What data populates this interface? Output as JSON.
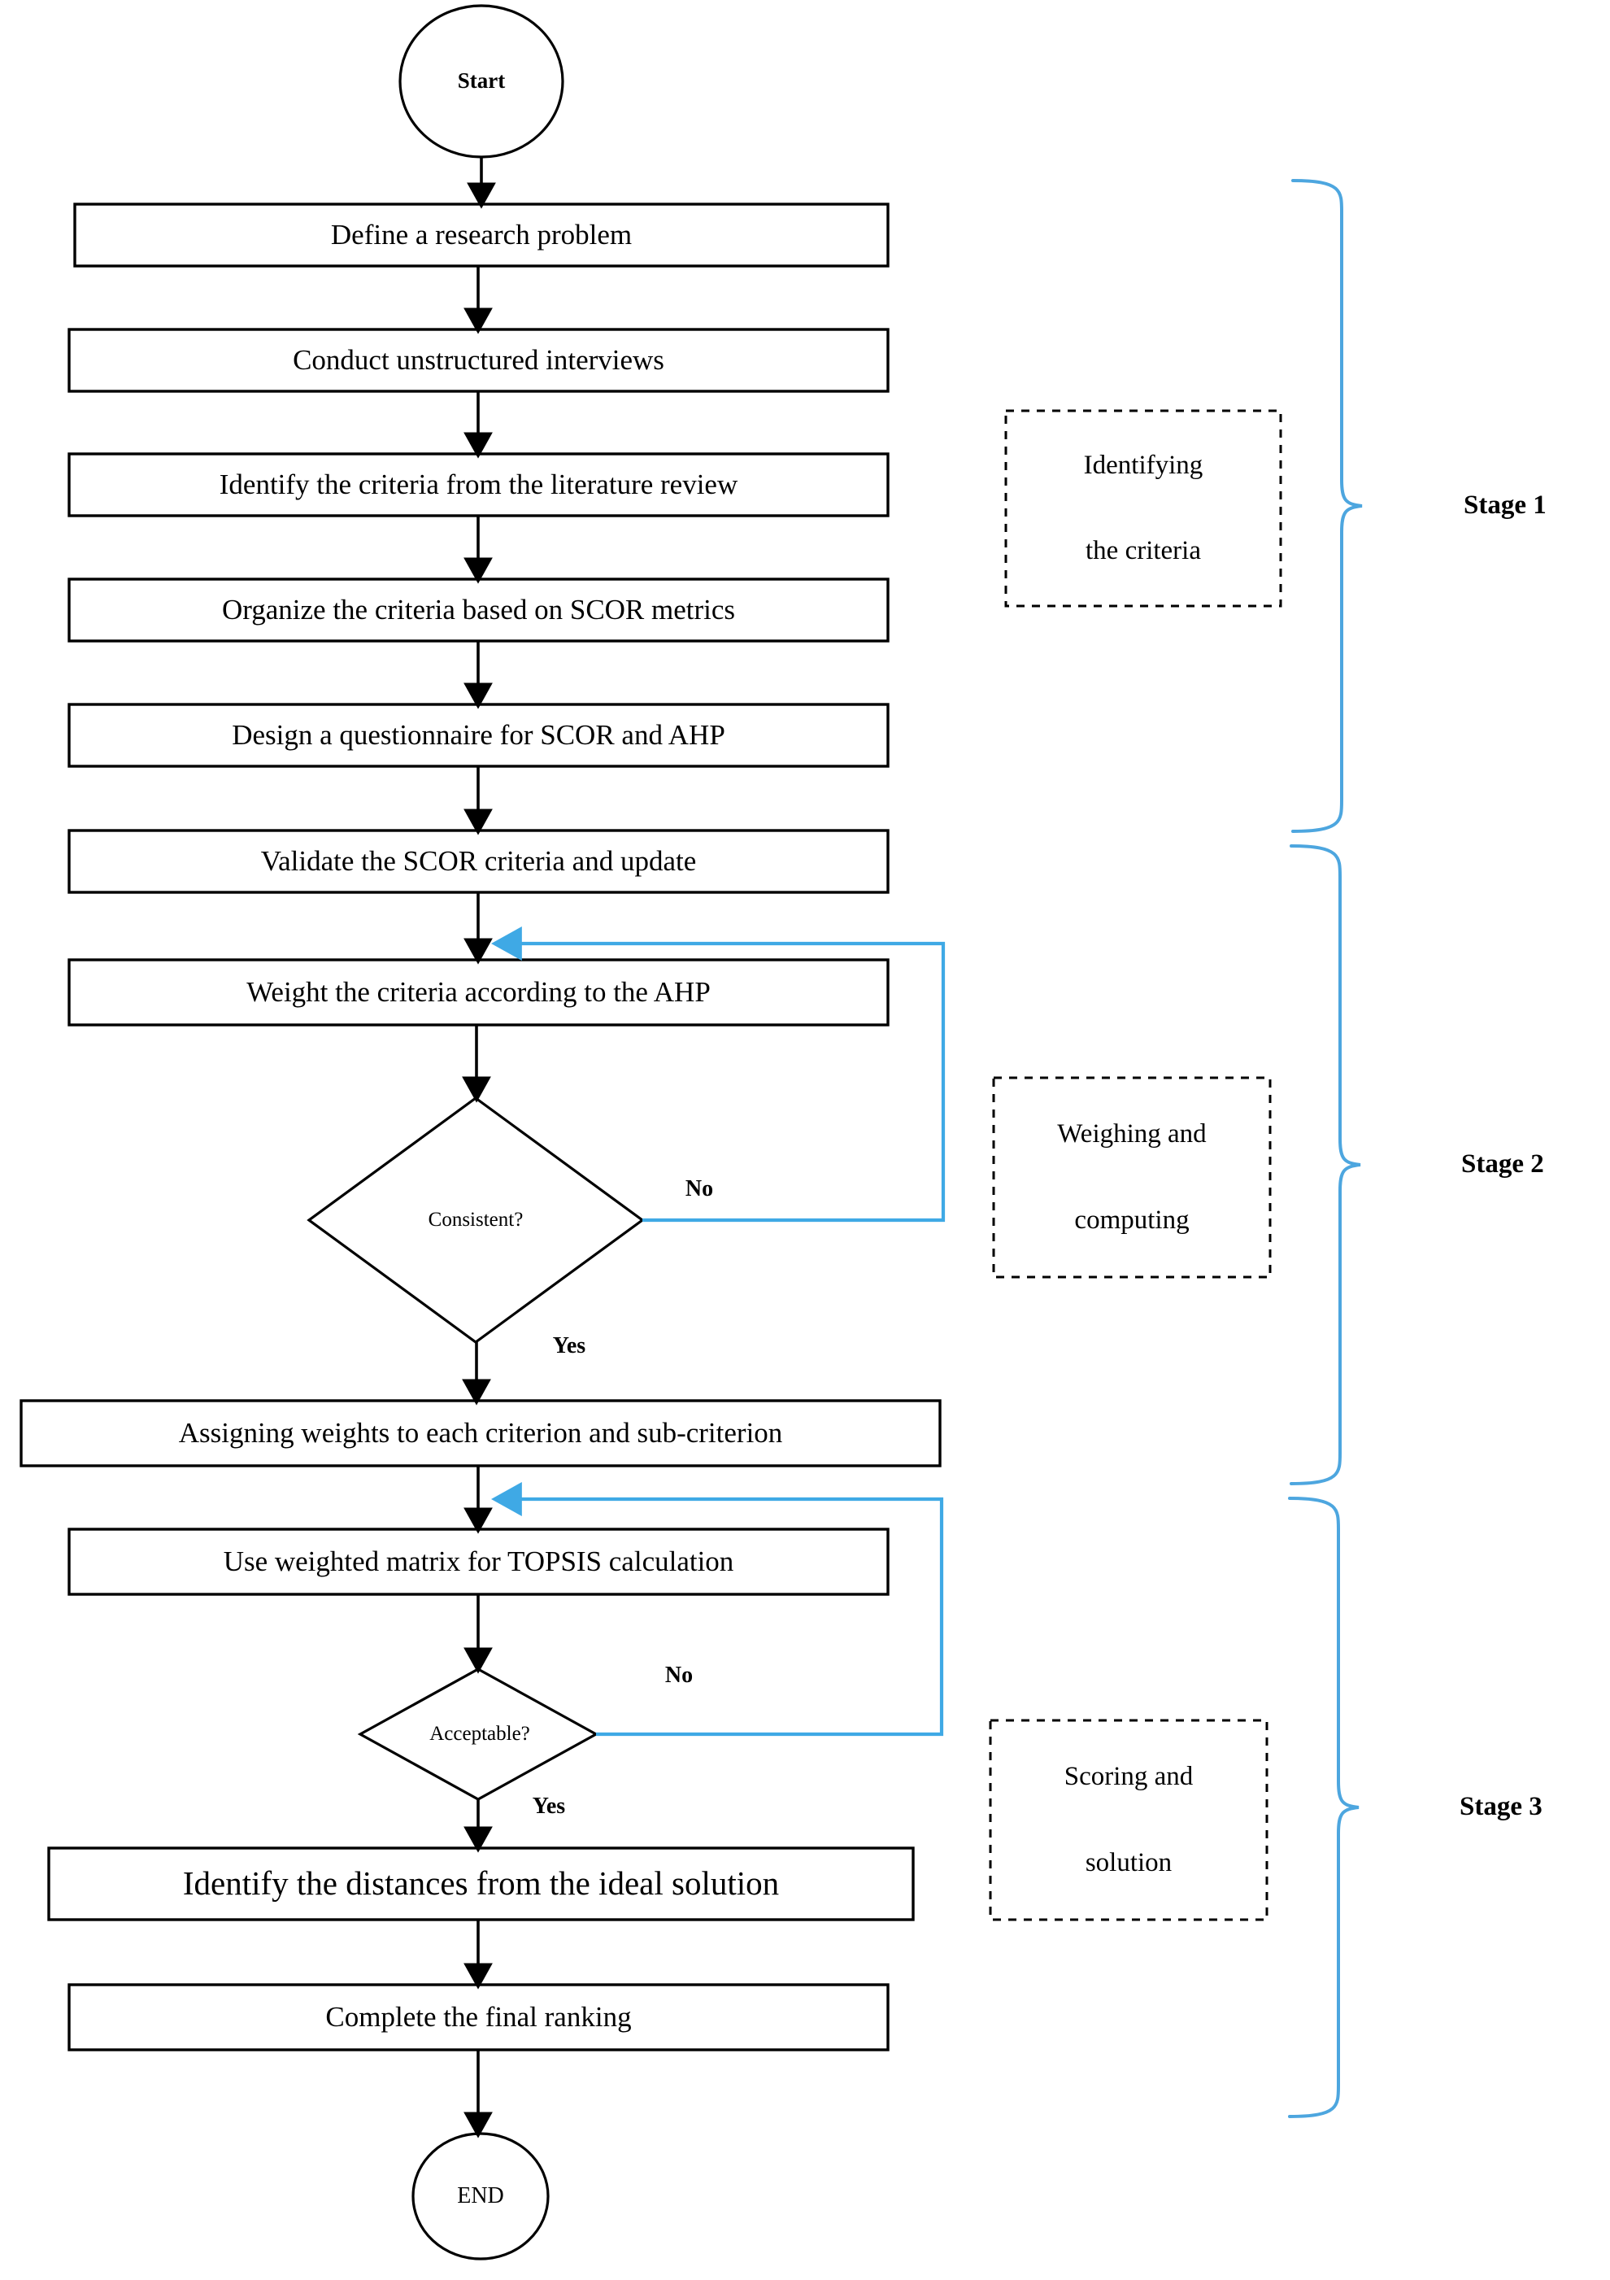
{
  "diagram": {
    "title": "Research methodology flowchart (SCOR / AHP / TOPSIS)",
    "colors": {
      "stroke": "#000000",
      "feedback": "#3FA9E5",
      "brace": "#4DA6DF",
      "background": "#FFFFFF"
    },
    "terminators": {
      "start": "Start",
      "end": "END"
    },
    "process_steps": [
      {
        "id": "define",
        "label": "Define a research problem"
      },
      {
        "id": "interviews",
        "label": "Conduct unstructured interviews"
      },
      {
        "id": "identify-criteria",
        "label": "Identify the criteria from the literature review"
      },
      {
        "id": "organize",
        "label": "Organize the criteria based on SCOR metrics"
      },
      {
        "id": "questionnaire",
        "label": "Design a questionnaire for SCOR and AHP"
      },
      {
        "id": "validate",
        "label": "Validate the SCOR criteria and update"
      },
      {
        "id": "weight-ahp",
        "label": "Weight the criteria according to the AHP"
      },
      {
        "id": "assign-weights",
        "label": "Assigning weights to each criterion and sub-criterion"
      },
      {
        "id": "topsis",
        "label": "Use weighted matrix for TOPSIS calculation"
      },
      {
        "id": "distances",
        "label": "Identify the distances from the ideal solution"
      },
      {
        "id": "ranking",
        "label": "Complete the final ranking"
      }
    ],
    "decisions": [
      {
        "id": "consistent",
        "label": "Consistent?",
        "yes_label": "Yes",
        "no_label": "No"
      },
      {
        "id": "acceptable",
        "label": "Acceptable?",
        "yes_label": "Yes",
        "no_label": "No"
      }
    ],
    "stages": [
      {
        "id": "stage-1",
        "title": "Stage 1",
        "box_line_1": "Identifying",
        "box_line_2": "the criteria"
      },
      {
        "id": "stage-2",
        "title": "Stage 2",
        "box_line_1": "Weighing and",
        "box_line_2": "computing"
      },
      {
        "id": "stage-3",
        "title": "Stage 3",
        "box_line_1": "Scoring and",
        "box_line_2": "solution"
      }
    ]
  }
}
